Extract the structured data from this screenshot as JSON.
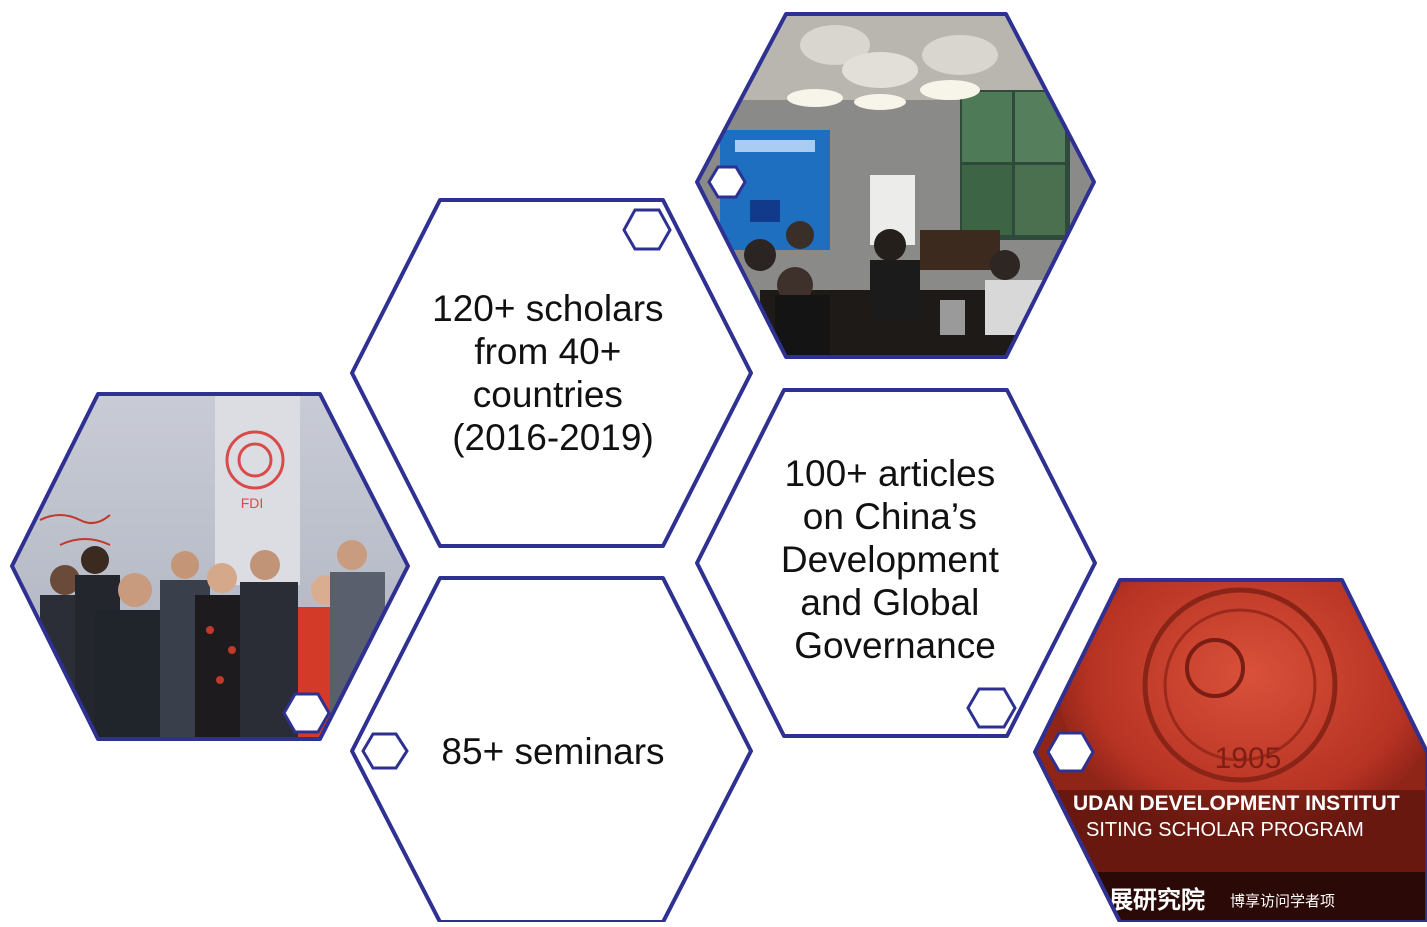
{
  "accent_color": "#2e3192",
  "stats": {
    "scholars": [
      "120+ scholars",
      "from 40+",
      "countries",
      "(2016-2019)"
    ],
    "articles": [
      "100+ articles",
      "on China’s",
      "Development",
      "and Global",
      "Governance"
    ],
    "seminars": [
      "85+ seminars"
    ]
  },
  "photos": {
    "group_photo": {
      "whiteboard_text": "FDI"
    },
    "meeting_photo": {},
    "seal_photo": {
      "seal_year": "1905",
      "banner_line1": "UDAN DEVELOPMENT INSTITUT",
      "banner_line2": "SITING SCHOLAR PROGRAM",
      "banner_line3_cn": "发展研究院",
      "banner_line3_cn_small": "博享访问学者项"
    }
  }
}
